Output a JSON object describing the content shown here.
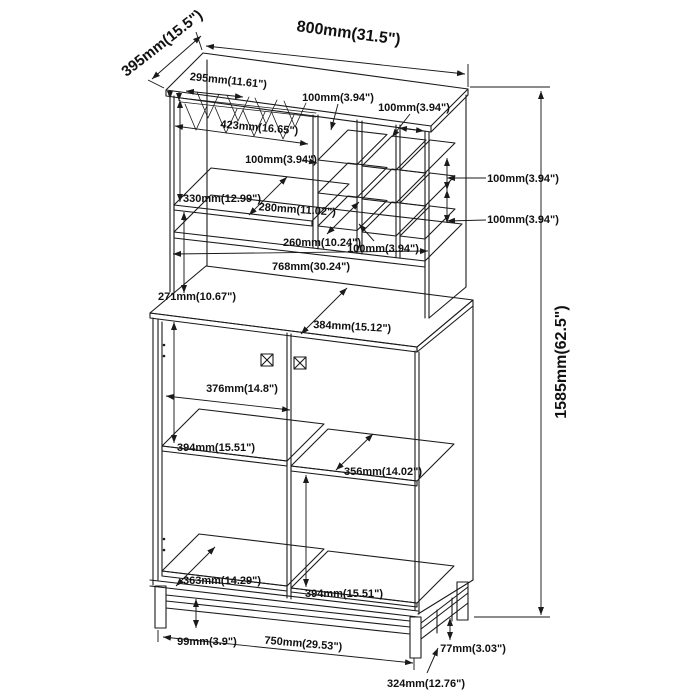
{
  "dims": {
    "d800": "800mm(31.5\")",
    "d395": "395mm(15.5\")",
    "d295": "295mm(11.61\")",
    "d100": "100mm(3.94\")",
    "d423": "423mm(16.65\")",
    "d330": "330mm(12.99\")",
    "d280": "280mm(11.02\")",
    "d260": "260mm(10.24\")",
    "d768": "768mm(30.24\")",
    "d271": "271mm(10.67\")",
    "d384": "384mm(15.12\")",
    "d376": "376mm(14.8\")",
    "d394": "394mm(15.51\")",
    "d356": "356mm(14.02\")",
    "d363": "363mm(14.29\")",
    "d99": "99mm(3.9\")",
    "d750": "750mm(29.53\")",
    "d77": "77mm(3.03\")",
    "d324": "324mm(12.76\")",
    "d1585": "1585mm(62.5\")"
  },
  "colors": {
    "line": "#1a1a1a",
    "background": "#ffffff"
  }
}
